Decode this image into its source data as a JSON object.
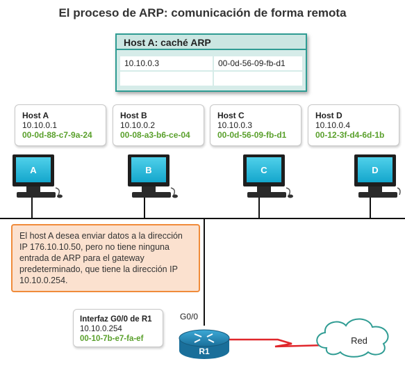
{
  "title": "El proceso de ARP: comunicación de forma remota",
  "cache": {
    "title": "Host A: caché ARP",
    "rows": [
      {
        "ip": "10.10.0.3",
        "mac": "00-0d-56-09-fb-d1"
      },
      {
        "ip": "",
        "mac": ""
      }
    ]
  },
  "hosts": [
    {
      "name": "Host A",
      "ip": "10.10.0.1",
      "mac": "00-0d-88-c7-9a-24",
      "letter": "A"
    },
    {
      "name": "Host B",
      "ip": "10.10.0.2",
      "mac": "00-08-a3-b6-ce-04",
      "letter": "B"
    },
    {
      "name": "Host C",
      "ip": "10.10.0.3",
      "mac": "00-0d-56-09-fb-d1",
      "letter": "C"
    },
    {
      "name": "Host D",
      "ip": "10.10.0.4",
      "mac": "00-12-3f-d4-6d-1b",
      "letter": "D"
    }
  ],
  "message": "El host A desea enviar datos a la dirección IP 176.10.10.50, pero no tiene ninguna entrada de ARP para el gateway predeterminado, que tiene la dirección IP 10.10.0.254.",
  "router": {
    "interface_title": "Interfaz G0/0 de R1",
    "ip": "10.10.0.254",
    "mac": "00-10-7b-e7-fa-ef",
    "port": "G0/0",
    "label": "R1"
  },
  "cloud_label": "Red",
  "colors": {
    "teal": "#2f9c93",
    "mac_green": "#5aa02c",
    "orange": "#f08b3a",
    "serial_red": "#e0262b"
  }
}
